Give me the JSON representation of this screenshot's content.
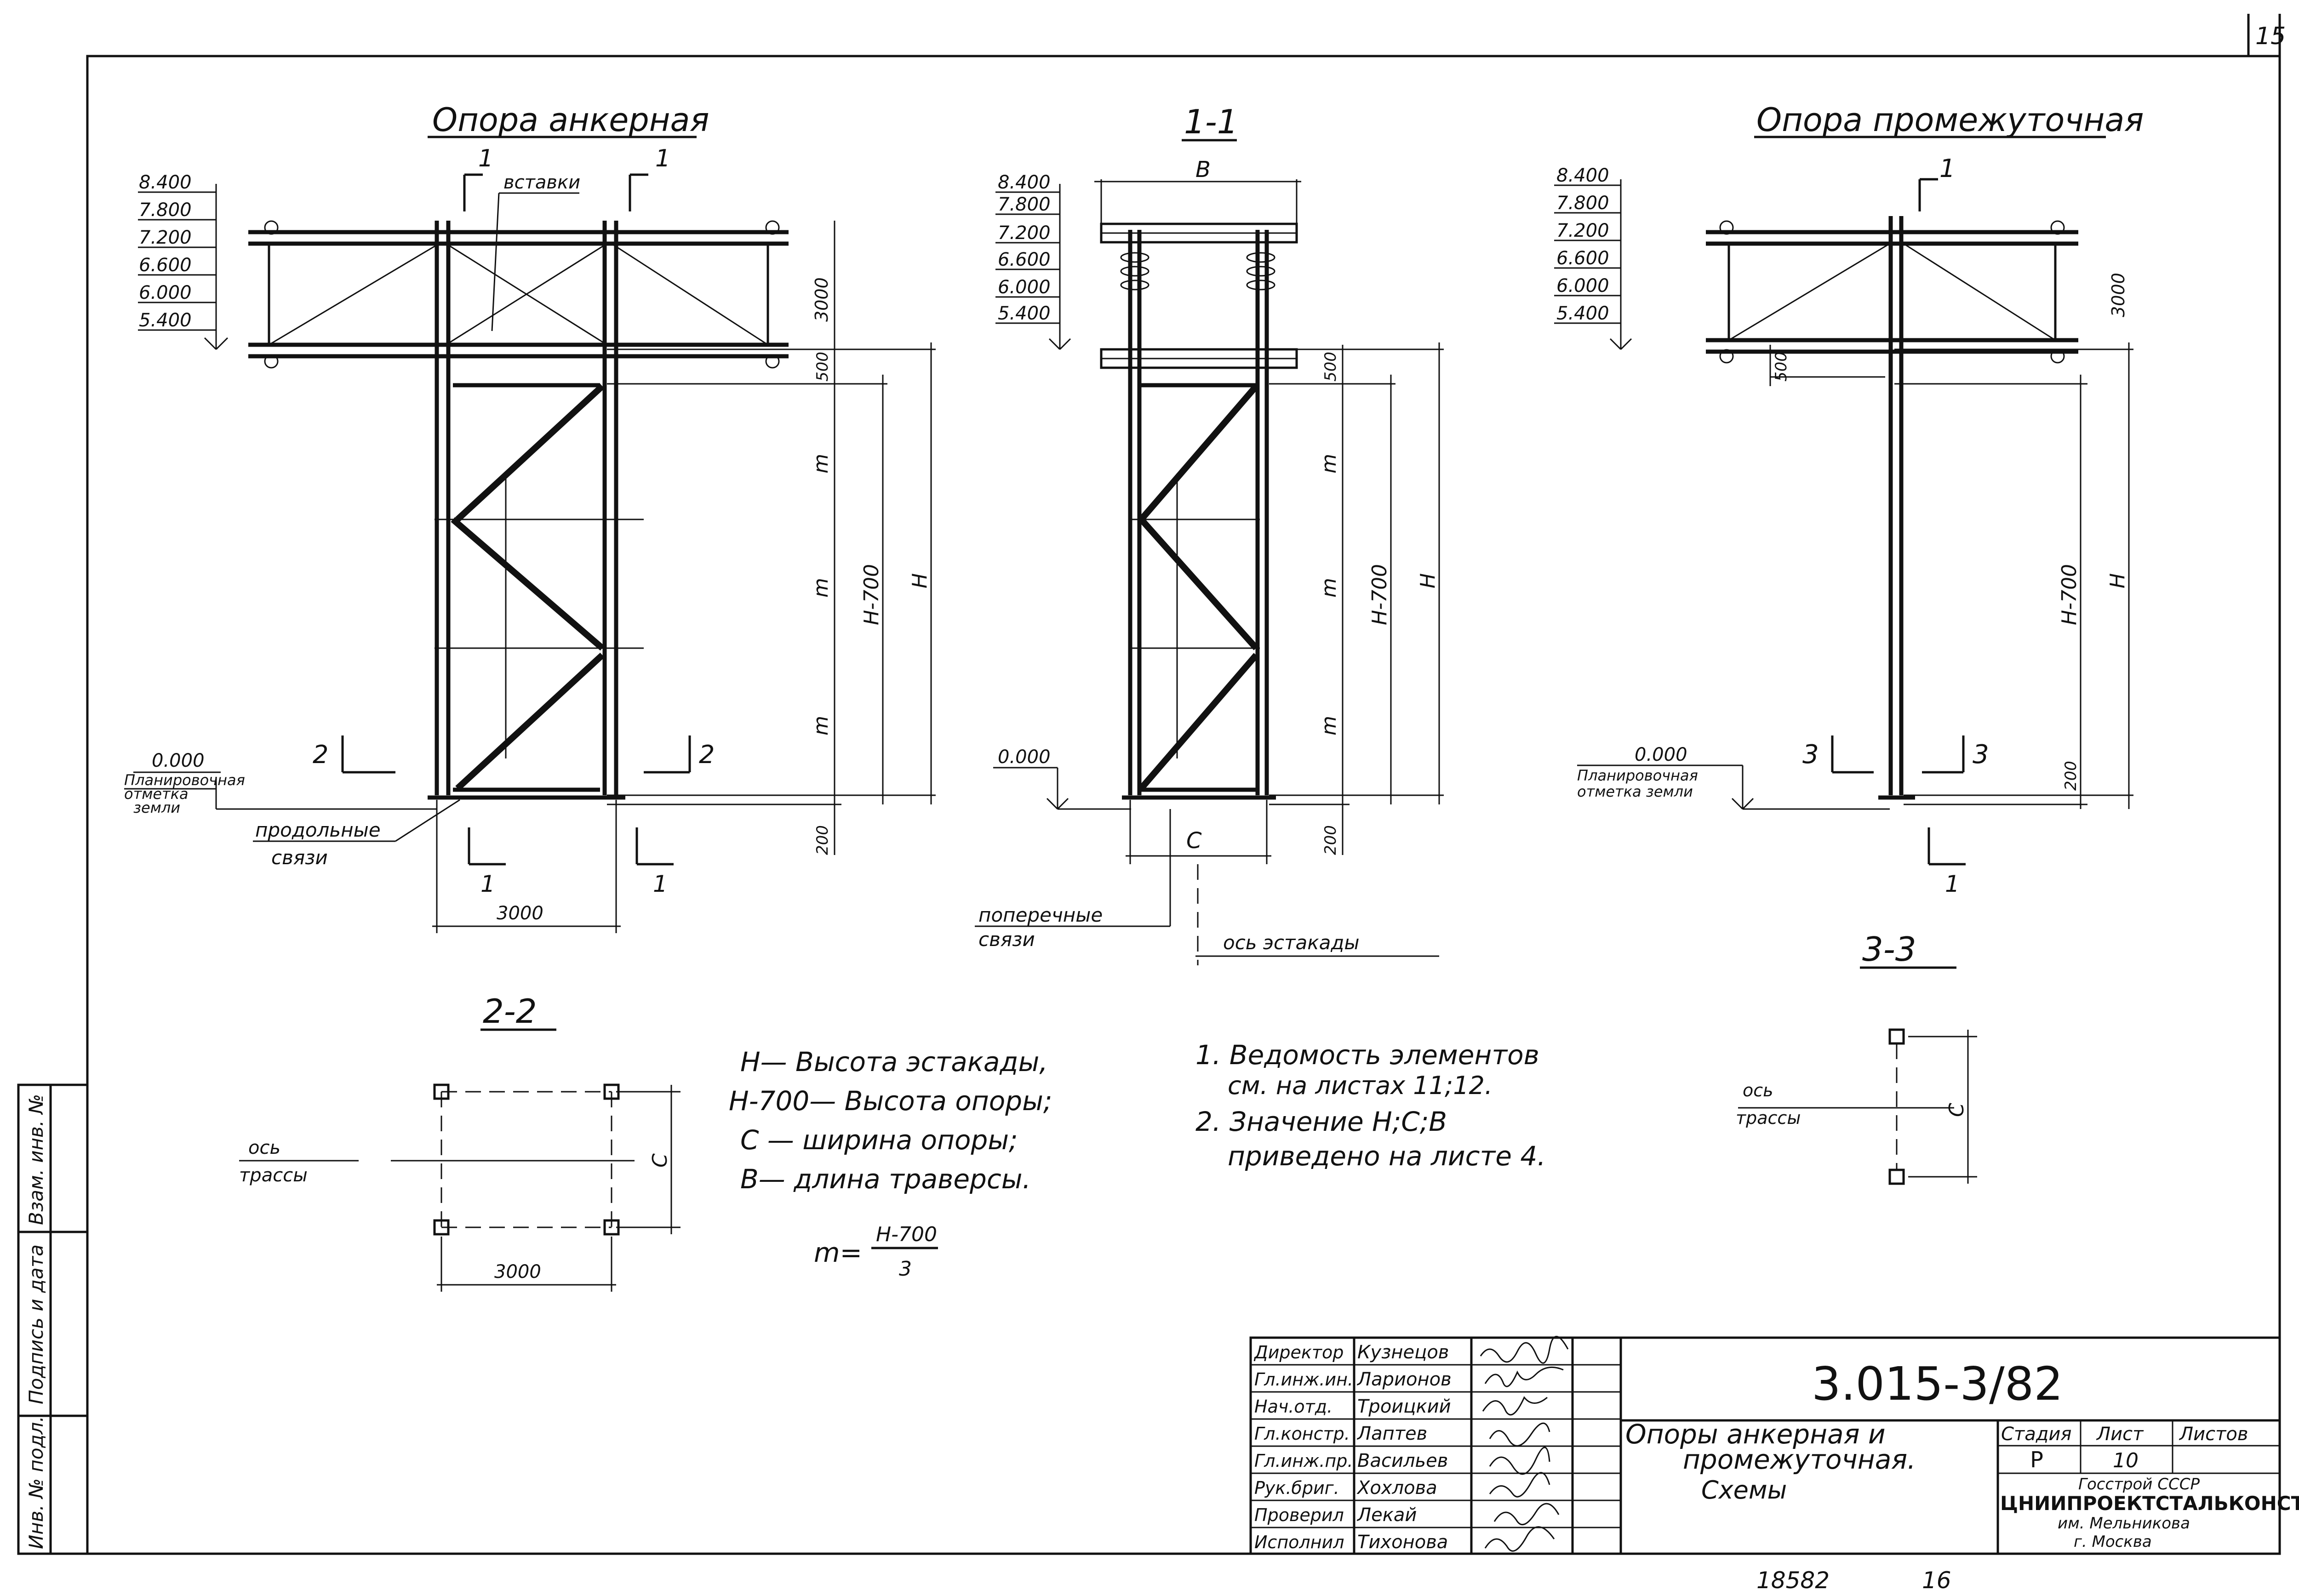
{
  "colors": {
    "ink": "#111111",
    "paper": "#ffffff"
  },
  "sheet_corner_number": "15",
  "anchor": {
    "title": "Опора анкерная",
    "inserts_label": "вставки",
    "cut_mark": "1",
    "levels": [
      "8.400",
      "7.800",
      "7.200",
      "6.600",
      "6.000",
      "5.400"
    ],
    "dim_3000_v": "3000",
    "dim_500": "500",
    "dim_m": "m",
    "dim_h700": "H-700",
    "dim_h": "H",
    "dim_200": "200",
    "dim_3000_h": "3000",
    "zero_level": "0.000",
    "ground_label": [
      "Планировочная",
      "отметка",
      "земли"
    ],
    "long_links": [
      "продольные",
      "связи"
    ],
    "section_mark": "2"
  },
  "section11": {
    "title": "1-1",
    "dim_b": "B",
    "levels": [
      "8.400",
      "7.800",
      "7.200",
      "6.600",
      "6.000",
      "5.400"
    ],
    "dim_500": "500",
    "dim_m": "m",
    "dim_h700": "H-700",
    "dim_h": "H",
    "dim_200": "200",
    "dim_c": "C",
    "zero_level": "0.000",
    "cross_links": [
      "поперечные",
      "связи"
    ],
    "axis_label": "ось эстакады"
  },
  "intermediate": {
    "title": "Опора промежуточная",
    "cut_mark": "1",
    "levels": [
      "8.400",
      "7.800",
      "7.200",
      "6.600",
      "6.000",
      "5.400"
    ],
    "dim_3000_v": "3000",
    "dim_500": "500",
    "dim_h700": "H-700",
    "dim_h": "H",
    "dim_200": "200",
    "zero_level": "0.000",
    "ground_label": [
      "Планировочная",
      "отметка земли"
    ],
    "section_mark": "3"
  },
  "section22": {
    "title": "2-2",
    "axis_label": [
      "ось",
      "трассы"
    ],
    "dim_c": "C",
    "dim_3000": "3000"
  },
  "section33": {
    "title": "3-3",
    "axis_label": [
      "ось",
      "трассы"
    ],
    "dim_c": "C"
  },
  "legend": [
    "H— Высота эстакады,",
    "H-700— Высота опоры;",
    "C —  ширина  опоры;",
    "B— длина  траверсы."
  ],
  "formula": {
    "lhs": "m=",
    "numerator": "H-700",
    "denominator": "3"
  },
  "notes": [
    "1.  Ведомость элементов",
    "см. на листах 11;12.",
    "2.  Значение  H;C;B",
    "приведено на листе 4."
  ],
  "side_stamp": [
    "Инв. № подл.",
    "Подпись и дата",
    "Взам. инв. №"
  ],
  "title_block": {
    "code": "3.015-3/82",
    "roles": [
      "Директор",
      "Гл.инж.ин.",
      "Нач.отд.",
      "Гл.констр.",
      "Гл.инж.пр.",
      "Рук.бриг.",
      "Проверил",
      "Исполнил"
    ],
    "names": [
      "Кузнецов",
      "Ларионов",
      "Троицкий",
      "Лаптев",
      "Васильев",
      "Хохлова",
      "Лекай",
      "Тихонова"
    ],
    "title_lines": [
      "Опоры анкерная  и",
      "промежуточная.",
      "Схемы"
    ],
    "stage_header": "Стадия",
    "sheet_header": "Лист",
    "sheets_header": "Листов",
    "stage_value": "Р",
    "sheet_value": "10",
    "org_lines": [
      "Госстрой СССР",
      "ЦНИИПРОЕКТСТАЛЬКОНСТРУКЦИЯ",
      "им. Мельникова",
      "г. Москва"
    ]
  },
  "footer": {
    "number": "18582",
    "page": "16"
  }
}
